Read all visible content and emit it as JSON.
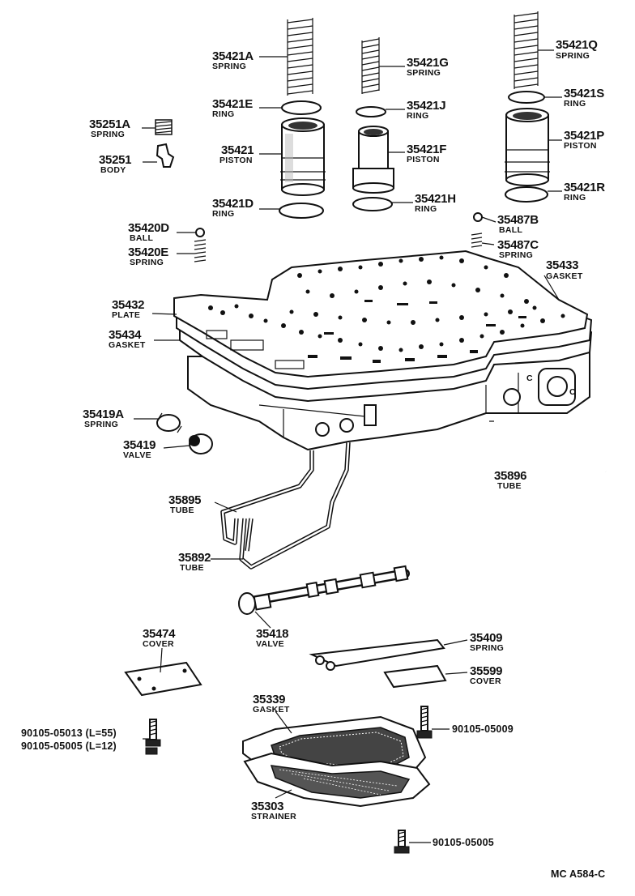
{
  "labels": {
    "p35421A": {
      "num": "35421A",
      "name": "SPRING"
    },
    "p35421G": {
      "num": "35421G",
      "name": "SPRING"
    },
    "p35421Q": {
      "num": "35421Q",
      "name": "SPRING"
    },
    "p35421E": {
      "num": "35421E",
      "name": "RING"
    },
    "p35421J": {
      "num": "35421J",
      "name": "RING"
    },
    "p35421S": {
      "num": "35421S",
      "name": "RING"
    },
    "p35251A": {
      "num": "35251A",
      "name": "SPRING"
    },
    "p35251": {
      "num": "35251",
      "name": "BODY"
    },
    "p35421": {
      "num": "35421",
      "name": "PISTON"
    },
    "p35421F": {
      "num": "35421F",
      "name": "PISTON"
    },
    "p35421P": {
      "num": "35421P",
      "name": "PISTON"
    },
    "p35421D": {
      "num": "35421D",
      "name": "RING"
    },
    "p35421H": {
      "num": "35421H",
      "name": "RING"
    },
    "p35421R": {
      "num": "35421R",
      "name": "RING"
    },
    "p35420D": {
      "num": "35420D",
      "name": "BALL"
    },
    "p35420E": {
      "num": "35420E",
      "name": "SPRING"
    },
    "p35487B": {
      "num": "35487B",
      "name": "BALL"
    },
    "p35487C": {
      "num": "35487C",
      "name": "SPRING"
    },
    "p35433": {
      "num": "35433",
      "name": "GASKET"
    },
    "p35432": {
      "num": "35432",
      "name": "PLATE"
    },
    "p35434": {
      "num": "35434",
      "name": "GASKET"
    },
    "p35419A": {
      "num": "35419A",
      "name": "SPRING"
    },
    "p35419": {
      "num": "35419",
      "name": "VALVE"
    },
    "p35896": {
      "num": "35896",
      "name": "TUBE"
    },
    "p35895": {
      "num": "35895",
      "name": "TUBE"
    },
    "p35892": {
      "num": "35892",
      "name": "TUBE"
    },
    "p35418": {
      "num": "35418",
      "name": "VALVE"
    },
    "p35474": {
      "num": "35474",
      "name": "COVER"
    },
    "p35409": {
      "num": "35409",
      "name": "SPRING"
    },
    "p35599": {
      "num": "35599",
      "name": "COVER"
    },
    "p35339": {
      "num": "35339",
      "name": "GASKET"
    },
    "p35303": {
      "num": "35303",
      "name": "STRAINER"
    }
  },
  "bolts": {
    "b1": "90105-05013 (L=55)",
    "b2": "90105-05005 (L=12)",
    "b3": "90105-05009",
    "b4": "90105-05005"
  },
  "body_marks": {
    "c1": "C",
    "c2": "C"
  },
  "footer_code": "MC A584-C"
}
